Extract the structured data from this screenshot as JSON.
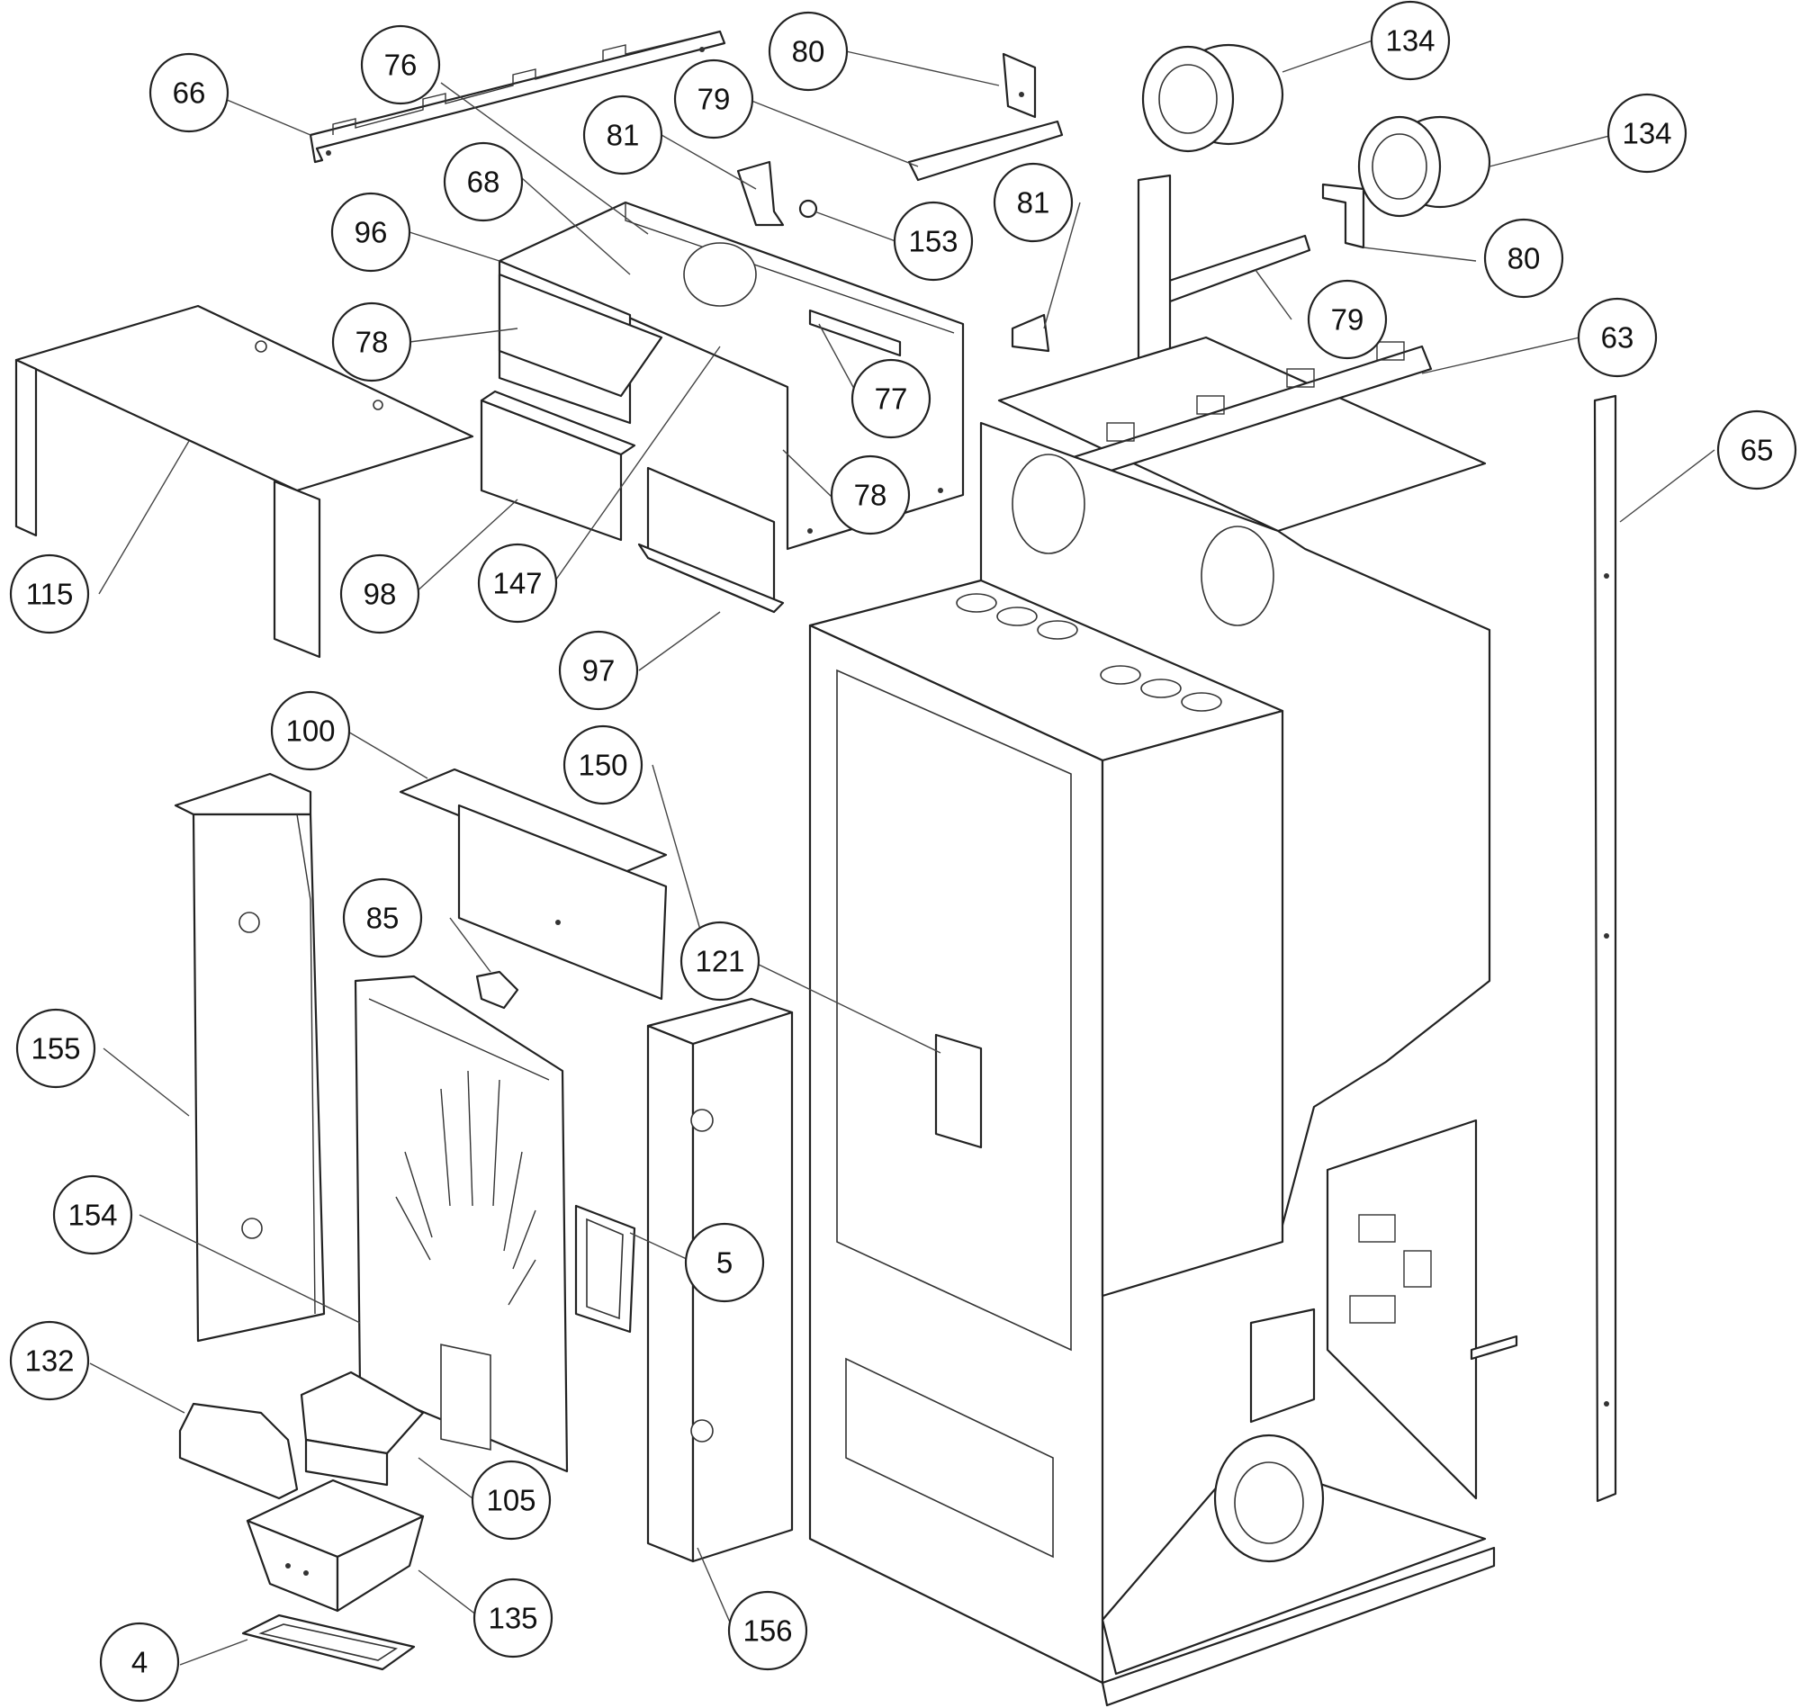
{
  "callouts": [
    {
      "label": "66"
    },
    {
      "label": "76"
    },
    {
      "label": "80"
    },
    {
      "label": "134"
    },
    {
      "label": "79"
    },
    {
      "label": "81"
    },
    {
      "label": "134"
    },
    {
      "label": "68"
    },
    {
      "label": "153"
    },
    {
      "label": "96"
    },
    {
      "label": "81"
    },
    {
      "label": "80"
    },
    {
      "label": "79"
    },
    {
      "label": "78"
    },
    {
      "label": "63"
    },
    {
      "label": "77"
    },
    {
      "label": "65"
    },
    {
      "label": "78"
    },
    {
      "label": "115"
    },
    {
      "label": "98"
    },
    {
      "label": "147"
    },
    {
      "label": "97"
    },
    {
      "label": "100"
    },
    {
      "label": "150"
    },
    {
      "label": "85"
    },
    {
      "label": "121"
    },
    {
      "label": "155"
    },
    {
      "label": "154"
    },
    {
      "label": "5"
    },
    {
      "label": "132"
    },
    {
      "label": "105"
    },
    {
      "label": "135"
    },
    {
      "label": "156"
    },
    {
      "label": "4"
    }
  ]
}
